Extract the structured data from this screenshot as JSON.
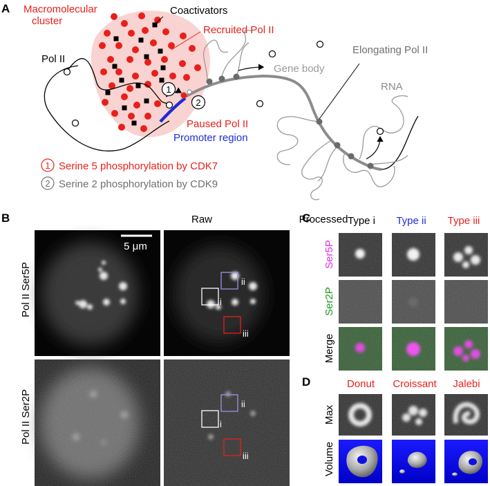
{
  "panel_a": {
    "letter": "A",
    "cluster_label_line1": "Macromolecular",
    "cluster_label_line2": "cluster",
    "coactivators": "Coactivators",
    "recruited": "Recruited Pol II",
    "pol_ii": "Pol II",
    "elongating": "Elongating Pol II",
    "gene_body": "Gene body",
    "rna": "RNA",
    "paused": "Paused Pol II",
    "promoter": "Promoter region",
    "marker_1": "1",
    "marker_2": "2",
    "legend_1": "Serine 5 phosphorylation by CDK7",
    "legend_2": "Serine 2 phosphorylation by CDK9"
  },
  "panel_b": {
    "letter": "B",
    "col_raw": "Raw",
    "col_processed": "Processed",
    "row_ser5p": "Pol II Ser5P",
    "row_ser2p": "Pol II Ser2P",
    "scale_bar": "5 μm",
    "box_i": "i",
    "box_ii": "ii",
    "box_iii": "iii"
  },
  "panel_c": {
    "letter": "C",
    "type_i": "Type i",
    "type_ii": "Type ii",
    "type_iii": "Type iii",
    "row_ser5p": "Ser5P",
    "row_ser2p": "Ser2P",
    "row_merge": "Merge"
  },
  "panel_d": {
    "letter": "D",
    "donut": "Donut",
    "croissant": "Croissant",
    "jalebi": "Jalebi",
    "row_max": "Max",
    "row_volume": "Volume"
  },
  "colors": {
    "red": "#e8201b",
    "blue": "#1f2bd6",
    "cluster_fill": "#f9d3d1",
    "gray": "#8c8c8c",
    "magenta": "#e62ee6",
    "green": "#1e9a1e",
    "box_lavender": "#9a95e6"
  }
}
